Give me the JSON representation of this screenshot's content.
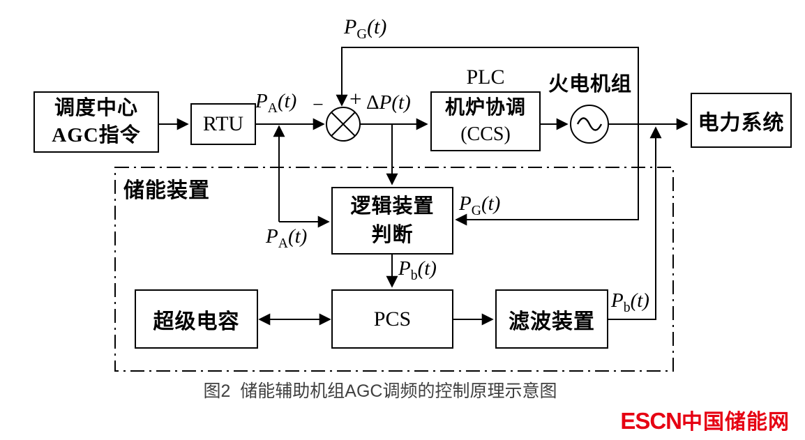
{
  "diagram": {
    "boxes": {
      "dispatch": {
        "line1": "调度中心",
        "line2": "AGC指令"
      },
      "rtu": {
        "label": "RTU"
      },
      "plc": {
        "label": "PLC"
      },
      "ccs": {
        "line1": "机炉协调",
        "line2": "(CCS)"
      },
      "generator": {
        "label": "火电机组"
      },
      "power": {
        "label": "电力系统"
      },
      "storage": {
        "label": "储能装置"
      },
      "logic": {
        "line1": "逻辑装置",
        "line2": "判断"
      },
      "supercap": {
        "label": "超级电容"
      },
      "pcs": {
        "label": "PCS"
      },
      "filter": {
        "label": "滤波装置"
      }
    },
    "signals": {
      "pa": {
        "p": "P",
        "sub": "A",
        "args": "(t)"
      },
      "pg": {
        "p": "P",
        "sub": "G",
        "args": "(t)"
      },
      "pb": {
        "p": "P",
        "sub": "b",
        "args": "(t)"
      },
      "dp": {
        "pre": "Δ",
        "p": "P",
        "sub": "",
        "args": "(t)"
      }
    },
    "ops": {
      "plus": "+",
      "minus": "−"
    }
  },
  "caption": "图2  储能辅助机组AGC调频的控制原理示意图",
  "logo": {
    "latin": "ESCN",
    "cjk": "中国储能网"
  },
  "colors": {
    "line": "#000000",
    "caption_text": "#3f3f3f",
    "logo_red": "#e60012"
  }
}
